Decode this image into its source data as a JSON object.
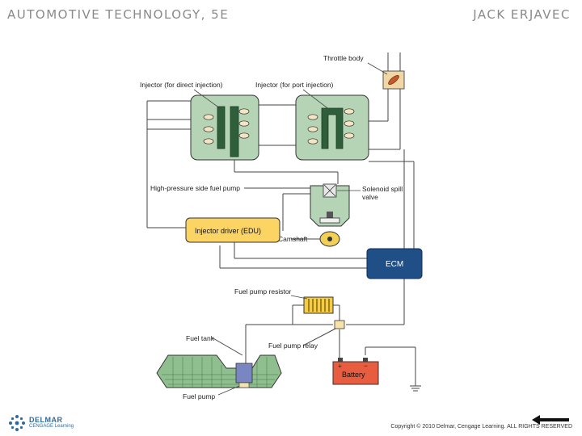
{
  "header": {
    "left": "AUTOMOTIVE TECHNOLOGY, 5E",
    "right": "JACK ERJAVEC"
  },
  "labels": {
    "throttle_body": "Throttle body",
    "injector_direct": "Injector (for direct injection)",
    "injector_port": "Injector (for port injection)",
    "hp_pump": "High-pressure side fuel pump",
    "solenoid_line1": "Solenoid spill",
    "solenoid_line2": "valve",
    "injector_driver": "Injector driver (EDU)",
    "camshaft": "Camshaft",
    "ecm": "ECM",
    "pump_resistor": "Fuel pump resistor",
    "fuel_tank": "Fuel tank",
    "pump_relay": "Fuel pump relay",
    "battery": "Battery",
    "battery_plus": "+",
    "battery_minus": "−",
    "fuel_pump": "Fuel pump"
  },
  "footer": {
    "copyright": "Copyright © 2010 Delmar, Cengage Learning. ALL RIGHTS RESERVED",
    "logo_name": "DELMAR",
    "logo_sub": "CENGAGE Learning"
  },
  "colors": {
    "green": "#b5d3b5",
    "green_dark": "#2f5e3a",
    "ecm": "#1f4f86",
    "driver": "#fbd464",
    "battery": "#e85c3f",
    "resistor": "#f4cc45"
  }
}
